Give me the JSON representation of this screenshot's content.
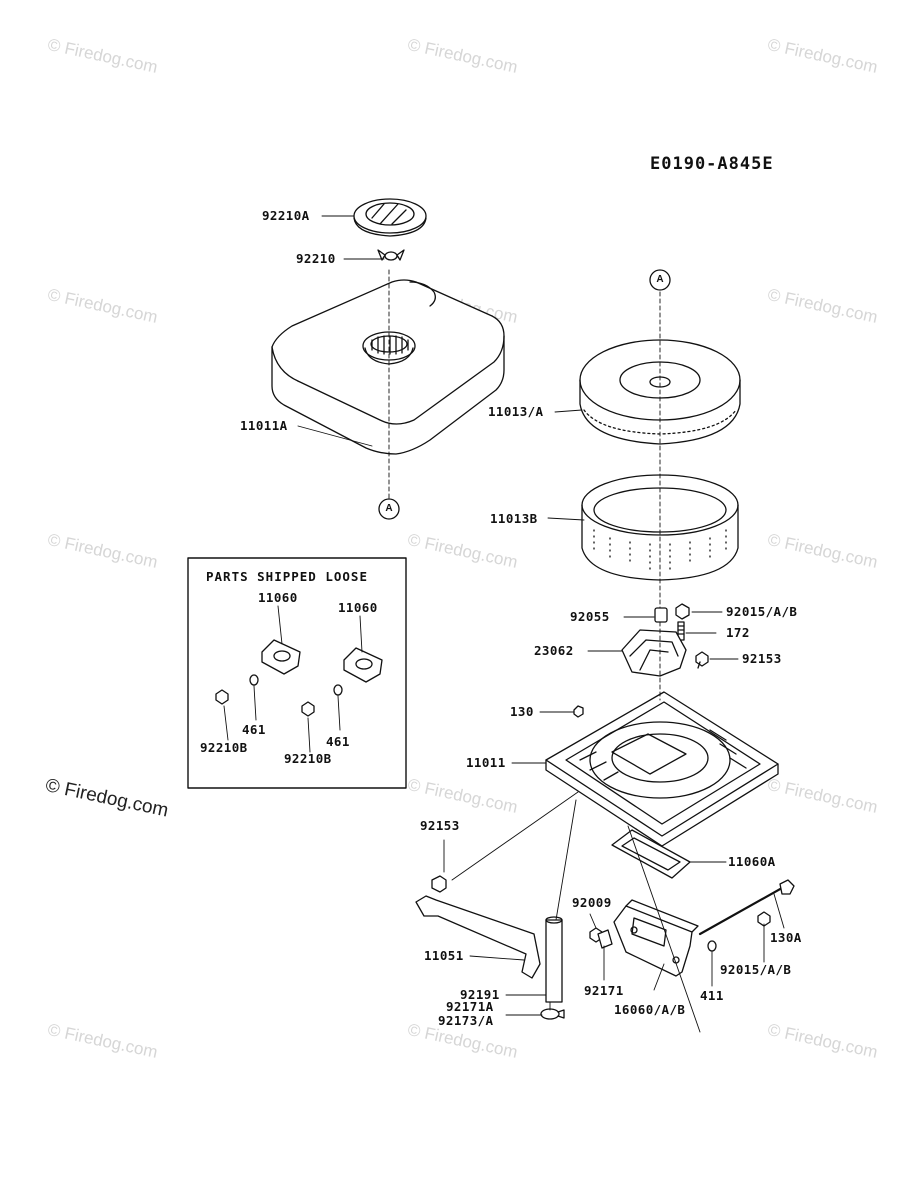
{
  "diagram_code": "E0190-A845E",
  "watermark_text": "© Firedog.com",
  "loose_box": {
    "title": "PARTS SHIPPED LOOSE",
    "labels": {
      "gasket_left": "11060",
      "gasket_right": "11060",
      "washer_left": "461",
      "washer_right": "461",
      "nut_left": "92210B",
      "nut_right": "92210B"
    }
  },
  "ref_marks": {
    "top": "A",
    "bottom": "A"
  },
  "parts": {
    "p92210A": "92210A",
    "p92210": "92210",
    "p11011A": "11011A",
    "p11013A": "11013/A",
    "p11013B": "11013B",
    "p92055": "92055",
    "p92015AB_top": "92015/A/B",
    "p172": "172",
    "p23062": "23062",
    "p92153_top": "92153",
    "p130": "130",
    "p11011": "11011",
    "p92153_left": "92153",
    "p11060A": "11060A",
    "p92009": "92009",
    "p130A": "130A",
    "p11051": "11051",
    "p92191": "92191",
    "p92171": "92171",
    "p92015AB_bottom": "92015/A/B",
    "p411": "411",
    "p92171A": "92171A",
    "p92173A": "92173/A",
    "p16060AB": "16060/A/B"
  }
}
